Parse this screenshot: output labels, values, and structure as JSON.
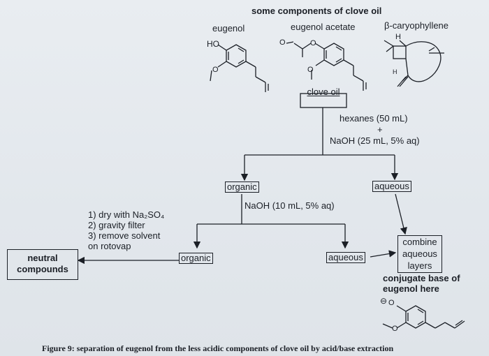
{
  "header": {
    "title": "some components of clove oil",
    "labels": [
      "eugenol",
      "eugenol acetate",
      "β-caryophyllene"
    ]
  },
  "structures": {
    "eugenol_ho": "HO",
    "eugenol_o": "O",
    "acetate_o1": "O",
    "acetate_o2": "O",
    "acetate_o3": "O",
    "caryo_h_top": "H",
    "caryo_h_bottom": "H",
    "conj_o": "O",
    "conj_o2": "O",
    "conj_charge": "⊖"
  },
  "flow": {
    "clove_oil": "clove oil",
    "reagent1_line1": "hexanes (50 mL)",
    "reagent1_plus": "+",
    "reagent1_line2": "NaOH (25 mL, 5% aq)",
    "organic1": "organic",
    "aqueous1": "aqueous",
    "reagent2": "NaOH (10 mL, 5% aq)",
    "steps": [
      "1) dry with Na₂SO₄",
      "2) gravity filter",
      "3) remove solvent",
      "on rotovap"
    ],
    "neutral_line1": "neutral",
    "neutral_line2": "compounds",
    "organic2": "organic",
    "aqueous2": "aqueous",
    "combine_line1": "combine",
    "combine_line2": "aqueous",
    "combine_line3": "layers",
    "conj_line1": "conjugate base of",
    "conj_line2": "eugenol here"
  },
  "caption": "Figure 9: separation of eugenol from the less acidic components of clove oil by acid/base extraction"
}
